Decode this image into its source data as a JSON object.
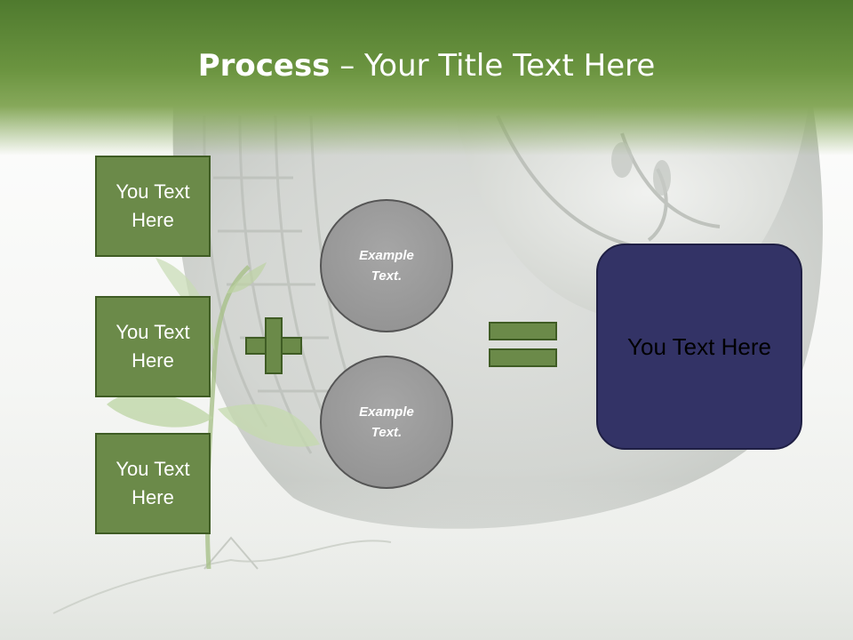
{
  "title": {
    "bold": "Process",
    "rest": " – Your Title Text Here"
  },
  "left_boxes": [
    {
      "label": "You Text Here"
    },
    {
      "label": "You Text Here"
    },
    {
      "label": "You Text Here"
    }
  ],
  "circles": [
    {
      "label": "Example Text."
    },
    {
      "label": "Example Text."
    }
  ],
  "result": {
    "label": "You Text Here"
  },
  "colors": {
    "header_green": "#6b9440",
    "box_green": "#6b8a49",
    "box_border": "#3f5c24",
    "circle_gray": "#999999",
    "result_navy": "#333366"
  },
  "icons": [
    "plus-icon",
    "equals-icon"
  ]
}
